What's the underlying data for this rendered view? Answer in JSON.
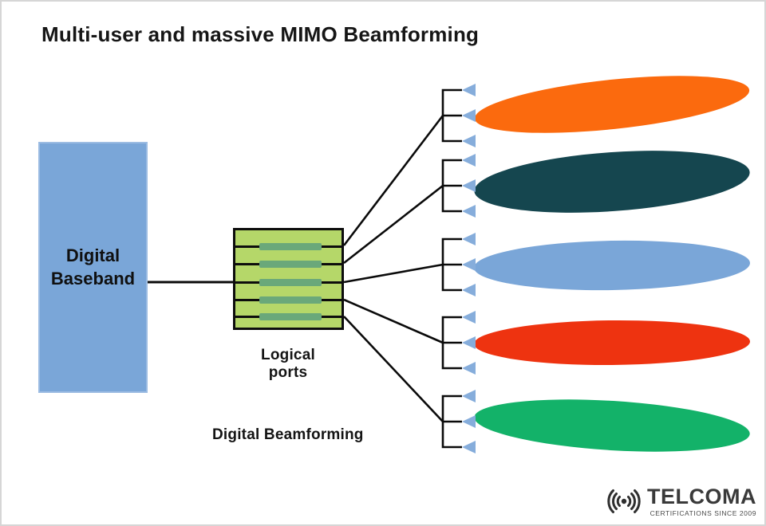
{
  "title": "Multi-user and massive MIMO Beamforming",
  "baseband": {
    "label": "Digital\nBaseband",
    "color": "#7aa6d8"
  },
  "ports_box": {
    "label": "Logical ports",
    "num_ports": 5,
    "fill_color": "#b5d769",
    "bar_color": "#6aa87a"
  },
  "beamforming_label": "Digital Beamforming",
  "antennas": {
    "elements_per_beam": 3,
    "triangle_color": "#86addb"
  },
  "line_color": "#0a0a0a",
  "beams": [
    {
      "name": "beam-1-orange",
      "color": "#fb6a0e"
    },
    {
      "name": "beam-2-dark-teal",
      "color": "#15464f"
    },
    {
      "name": "beam-3-light-blue",
      "color": "#7aa6d8"
    },
    {
      "name": "beam-4-red",
      "color": "#ee3310"
    },
    {
      "name": "beam-5-green",
      "color": "#13b269"
    }
  ],
  "logo": {
    "brand": "TELCOMA",
    "tagline": "CERTIFICATIONS SINCE 2009",
    "icon": "radio-waves-icon"
  }
}
